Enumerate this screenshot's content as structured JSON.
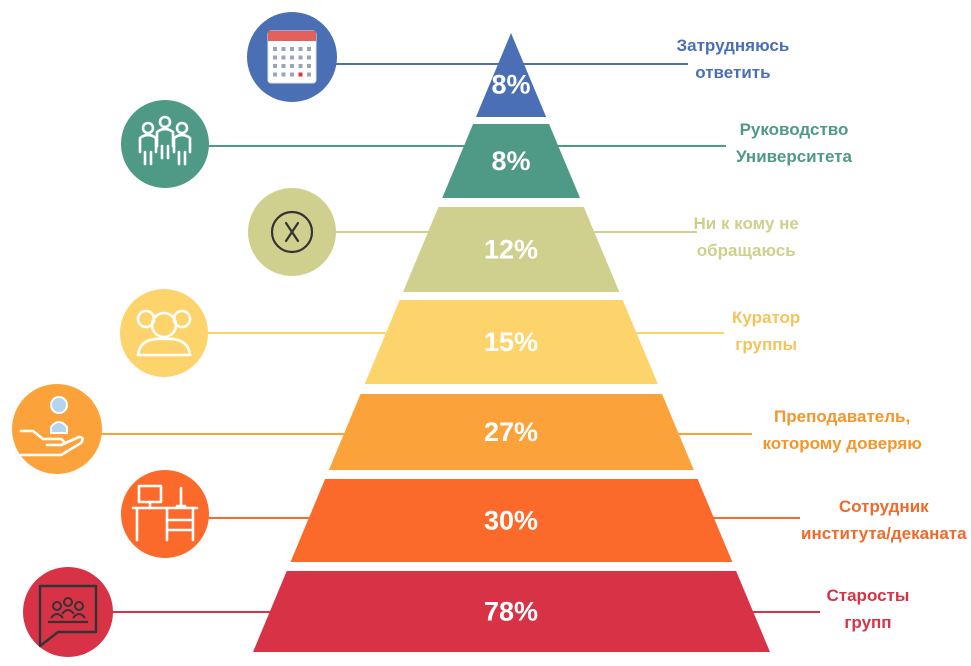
{
  "levels": [
    {
      "percent": "8%",
      "label_lines": [
        "Затрудняюсь",
        "ответить"
      ],
      "color": "#4a6fb5",
      "text_color": "#4a6fb5",
      "icon": "calendar-icon"
    },
    {
      "percent": "8%",
      "label_lines": [
        "Руководство",
        "Университета"
      ],
      "color": "#4e9a86",
      "text_color": "#4e9a86",
      "icon": "people-group-icon"
    },
    {
      "percent": "12%",
      "label_lines": [
        "Ни к кому не",
        "обращаюсь"
      ],
      "color": "#cfd08e",
      "text_color": "#cfd08e",
      "icon": "x-circle-icon"
    },
    {
      "percent": "15%",
      "label_lines": [
        "Куратор",
        "группы"
      ],
      "color": "#fdd36c",
      "text_color": "#f3c45c",
      "icon": "users-icon"
    },
    {
      "percent": "27%",
      "label_lines": [
        "Преподаватель,",
        "которому доверяю"
      ],
      "color": "#fba33a",
      "text_color": "#f4962a",
      "icon": "hand-person-icon"
    },
    {
      "percent": "30%",
      "label_lines": [
        "Сотрудник",
        "института/деканата"
      ],
      "color": "#fb6a2a",
      "text_color": "#f06a2a",
      "icon": "desk-icon"
    },
    {
      "percent": "78%",
      "label_lines": [
        "Старосты",
        "групп"
      ],
      "color": "#d83246",
      "text_color": "#d83246",
      "icon": "meeting-icon"
    }
  ]
}
